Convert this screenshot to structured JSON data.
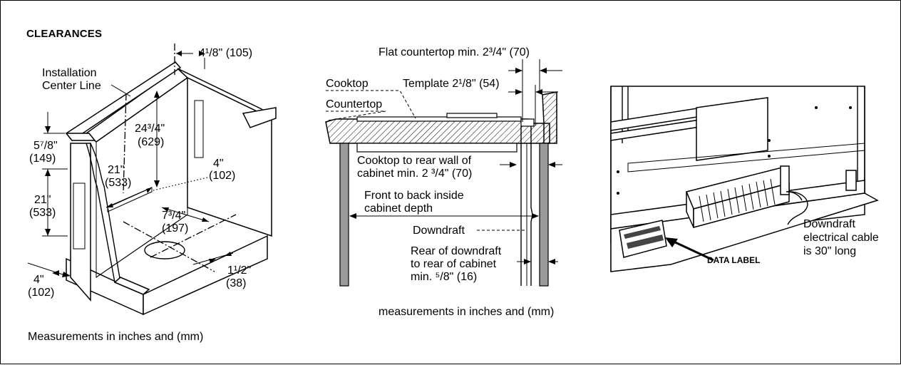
{
  "heading": "CLEARANCES",
  "left_diagram": {
    "installation_center_line": [
      "Installation",
      "Center Line"
    ],
    "dim_top_offset": "4¹/8\" (105)",
    "dim_depth_top": [
      "24³/4\"",
      "(629)"
    ],
    "dim_side_height": [
      "5⁷/8\"",
      "(149)"
    ],
    "dim_21_left": [
      "21\"",
      "(533)"
    ],
    "dim_21_inner": [
      "21\"",
      "(533)"
    ],
    "dim_4_right": [
      "4\"",
      "(102)"
    ],
    "dim_7_3_4": [
      "7³/4\"",
      "(197)"
    ],
    "dim_1_1_2": [
      "1¹/2\"",
      "(38)"
    ],
    "dim_4_bottom": [
      "4\"",
      "(102)"
    ],
    "caption": "Measurements in inches and (mm)"
  },
  "middle_diagram": {
    "flat_countertop": "Flat countertop min. 2³/4\" (70)",
    "cooktop": "Cooktop",
    "template": "Template 2¹/8\" (54)",
    "countertop": "Countertop",
    "cooktop_rear_wall": [
      "Cooktop to rear wall of",
      "cabinet min. 2 ³/4\" (70)"
    ],
    "front_to_back": [
      "Front to back inside",
      "cabinet depth"
    ],
    "downdraft": "Downdraft",
    "rear_of_downdraft": [
      "Rear of downdraft",
      "to rear of cabinet",
      "min. ⁵/8\" (16)"
    ],
    "caption": "measurements in inches and (mm)"
  },
  "right_diagram": {
    "data_label": "DATA LABEL",
    "downdraft_cable": [
      "Downdraft",
      "electrical cable",
      "is 30\" long"
    ]
  }
}
